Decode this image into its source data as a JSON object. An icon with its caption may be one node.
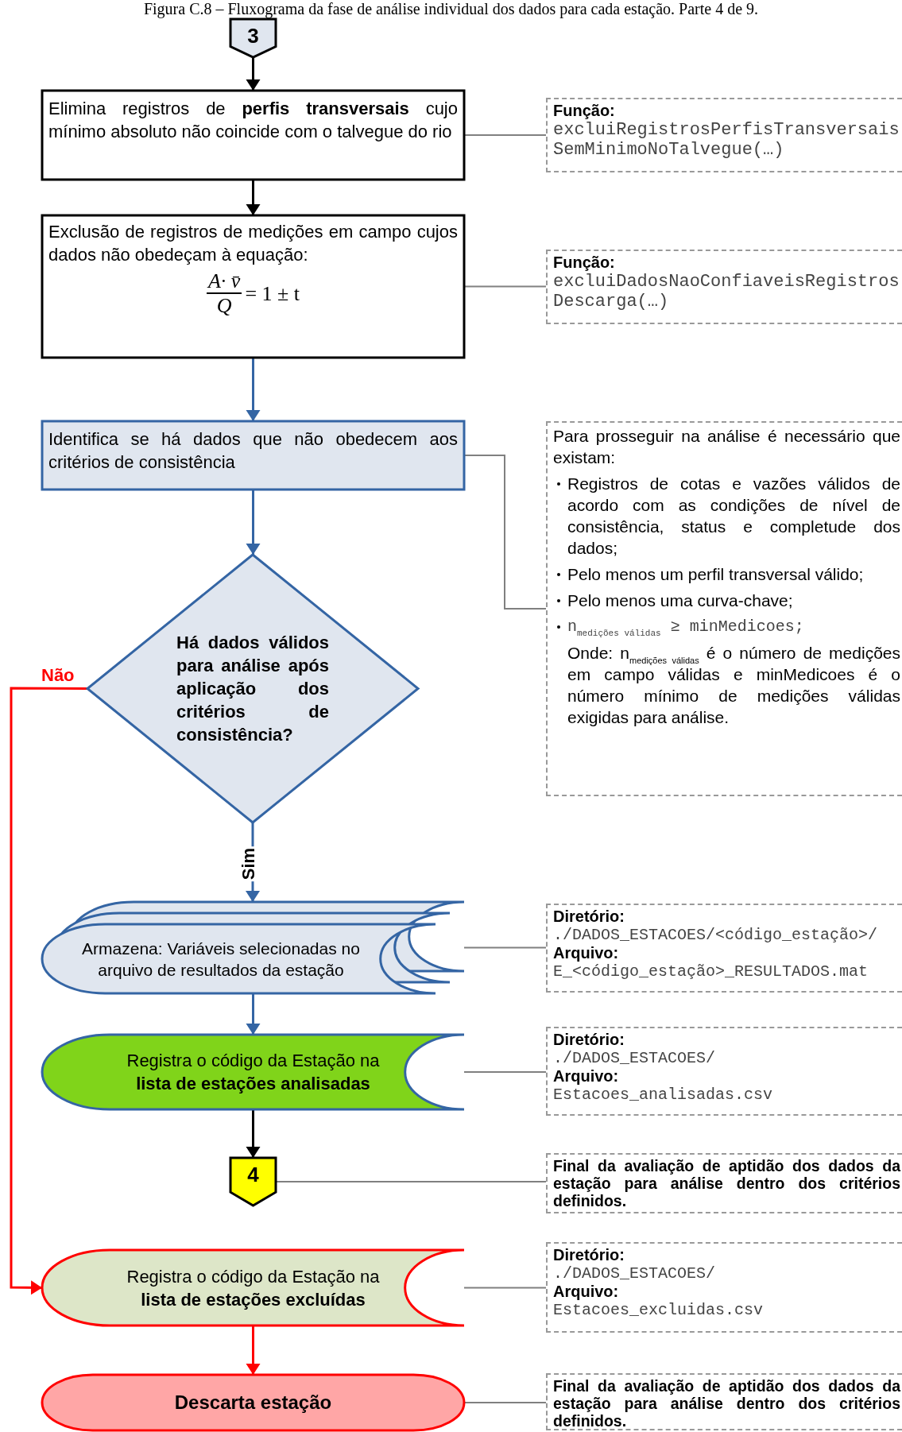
{
  "diagram": {
    "title": "Figura C.8 – Fluxograma da fase de análise individual dos dados para cada estação. Parte 4 de 9.",
    "nodes": [
      {
        "text": [
          "3"
        ]
      },
      {
        "text": [
          "Elimina registros de **perfis transversais** cujo mínimo absoluto não coincide com o talvegue do rio"
        ]
      },
      {
        "text": [
          "Exclusão de registros de medições em campo cujos dados não obedeçam à equação:",
          "A· v̄",
          "Q",
          "= 1 ± t"
        ]
      },
      {
        "text": [
          "Identifica se há dados que não obedecem aos critérios de consistência"
        ]
      },
      {
        "text": [
          "Há dados válidos para análise após aplicação dos critérios de consistência?"
        ]
      },
      {
        "text": [
          "Armazena: Variáveis selecionadas no arquivo de resultados da estação"
        ]
      },
      {
        "text": [
          "Registra o código da Estação na **lista de estações analisadas**"
        ]
      },
      {
        "text": [
          "4"
        ]
      },
      {
        "text": [
          "Registra o código da Estação na **lista de estações excluídas**"
        ]
      },
      {
        "text": [
          "Descarta estação"
        ]
      },
      {
        "text": [
          "Função:",
          "excluiRegistrosPerfisTransversaisSemMinimoNoTalvegue(…)"
        ]
      },
      {
        "text": [
          "Função:",
          "excluiDadosNaoConfiaveisRegistrosDescarga(…)"
        ]
      },
      {
        "text": [
          "Para prosseguir na análise é necessário que existam:",
          "Registros de cotas e vazões válidos de acordo com as condições de nível de consistência, status e completude dos dados;",
          "Pelo menos um perfil transversal válido;",
          "Pelo menos uma curva-chave;",
          "n$_{medições válidas}$ ≥ minMedicoes;",
          "Onde: n$_{medições válidas}$ é o número de medições em campo válidas e minMedicoes é o número mínimo de medições válidas exigidas para análise."
        ]
      },
      {
        "text": [
          "Diretório:",
          "./DADOS_ESTACOES/<código_estação>/",
          "Arquivo:",
          "E_<código_estação>_RESULTADOS.mat"
        ]
      },
      {
        "text": [
          "Diretório:",
          "./DADOS_ESTACOES/",
          "Arquivo:",
          "Estacoes_analisadas.csv"
        ]
      },
      {
        "text": [
          "Final da avaliação de aptidão dos dados da estação para análise dentro dos critérios definidos."
        ]
      },
      {
        "text": [
          "Diretório:",
          "./DADOS_ESTACOES/",
          "Arquivo:",
          "Estacoes_excluidas.csv"
        ]
      },
      {
        "text": [
          "Final da avaliação de aptidão dos dados da estação para análise dentro dos critérios definidos."
        ]
      }
    ],
    "edges": [
      {
        "from": 0,
        "to": 1,
        "arrow": "to",
        "color": "#000000"
      },
      {
        "from": 1,
        "to": 2,
        "arrow": "to",
        "color": "#000000"
      },
      {
        "from": 2,
        "to": 3,
        "arrow": "to",
        "color": "#3465a4"
      },
      {
        "from": 3,
        "to": 4,
        "arrow": "to",
        "color": "#3465a4"
      },
      {
        "from": 4,
        "to": 5,
        "arrow": "to",
        "label": "Sim",
        "color": "#3465a4"
      },
      {
        "from": 5,
        "to": 6,
        "arrow": "to",
        "color": "#3465a4"
      },
      {
        "from": 6,
        "to": 7,
        "arrow": "to",
        "color": "#000000"
      },
      {
        "from": 4,
        "to": 8,
        "arrow": "to",
        "label": "Não",
        "color": "#ff0000"
      },
      {
        "from": 8,
        "to": 9,
        "arrow": "to",
        "color": "#ff0000"
      },
      {
        "from": 1,
        "to": 10,
        "arrow": "none"
      },
      {
        "from": 2,
        "to": 11,
        "arrow": "none"
      },
      {
        "from": 3,
        "to": 12,
        "arrow": "none"
      },
      {
        "from": 5,
        "to": 13,
        "arrow": "none"
      },
      {
        "from": 6,
        "to": 14,
        "arrow": "none"
      },
      {
        "from": 7,
        "to": 15,
        "arrow": "none"
      },
      {
        "from": 8,
        "to": 16,
        "arrow": "none"
      },
      {
        "from": 9,
        "to": 17,
        "arrow": "none"
      }
    ]
  }
}
